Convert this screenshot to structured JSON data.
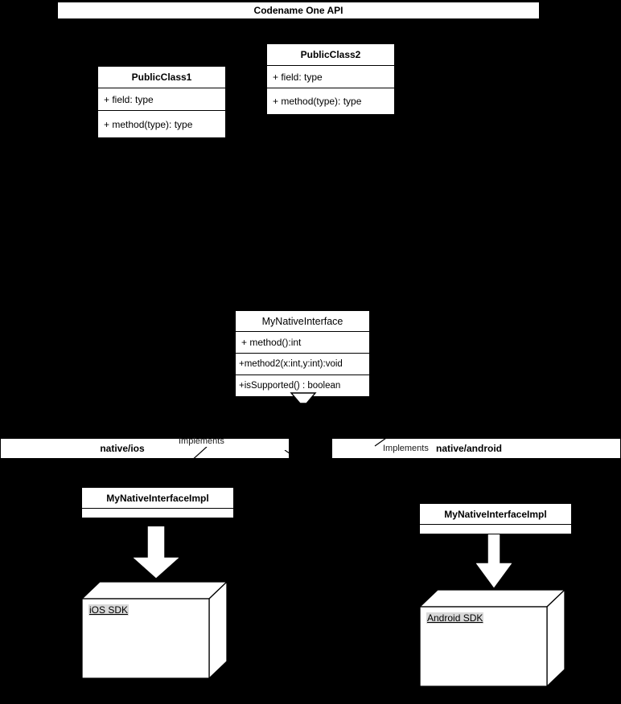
{
  "diagram": {
    "title": "Codename One API",
    "type": "uml-class-diagram"
  },
  "api_package": {
    "label": "Codename One API"
  },
  "classes": [
    {
      "name": "PublicClass1",
      "bold_title": true,
      "fields": [
        "+ field: type"
      ],
      "methods": [
        "+ method(type): type"
      ]
    },
    {
      "name": "PublicClass2",
      "bold_title": true,
      "fields": [
        "+ field: type"
      ],
      "methods": [
        "+ method(type): type"
      ]
    }
  ],
  "interface": {
    "name": "MyNativeInterface",
    "bold_title": false,
    "members": [
      "+ method():int",
      "+method2(x:int,y:int):void",
      "+isSupported() : boolean"
    ]
  },
  "packages": {
    "ios": {
      "label": "native/ios",
      "relation_label": "Implements",
      "impl_class": "MyNativeInterfaceImpl",
      "sdk_node": "iOS SDK"
    },
    "android": {
      "label": "native/android",
      "relation_label": "Implements",
      "impl_class": "MyNativeInterfaceImpl",
      "sdk_node": "Android SDK"
    }
  },
  "colors": {
    "background": "#000000",
    "box_fill": "#ffffff",
    "stroke": "#000000",
    "label_highlight": "#d9d9d9"
  }
}
